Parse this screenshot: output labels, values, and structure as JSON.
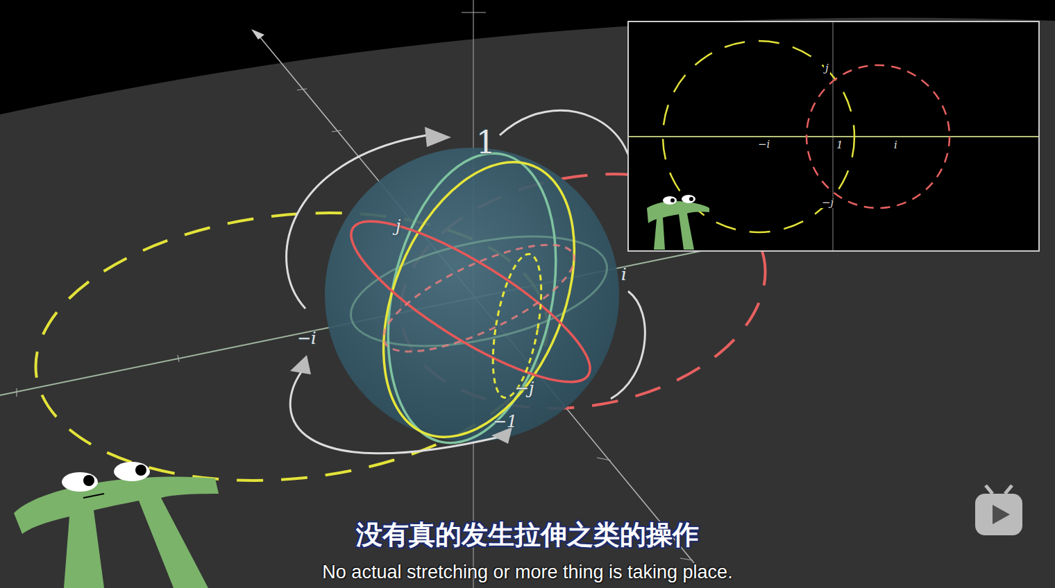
{
  "diagram": {
    "nodes": [
      {
        "text": [
          "j",
          "−i",
          "1",
          "i",
          "−j"
        ]
      }
    ],
    "labels": [
      "1",
      "j",
      "i",
      "−i",
      "−j",
      "−1",
      "没有真的发生拉伸之类的操作",
      "No actual stretching or more thing is taking place."
    ]
  }
}
